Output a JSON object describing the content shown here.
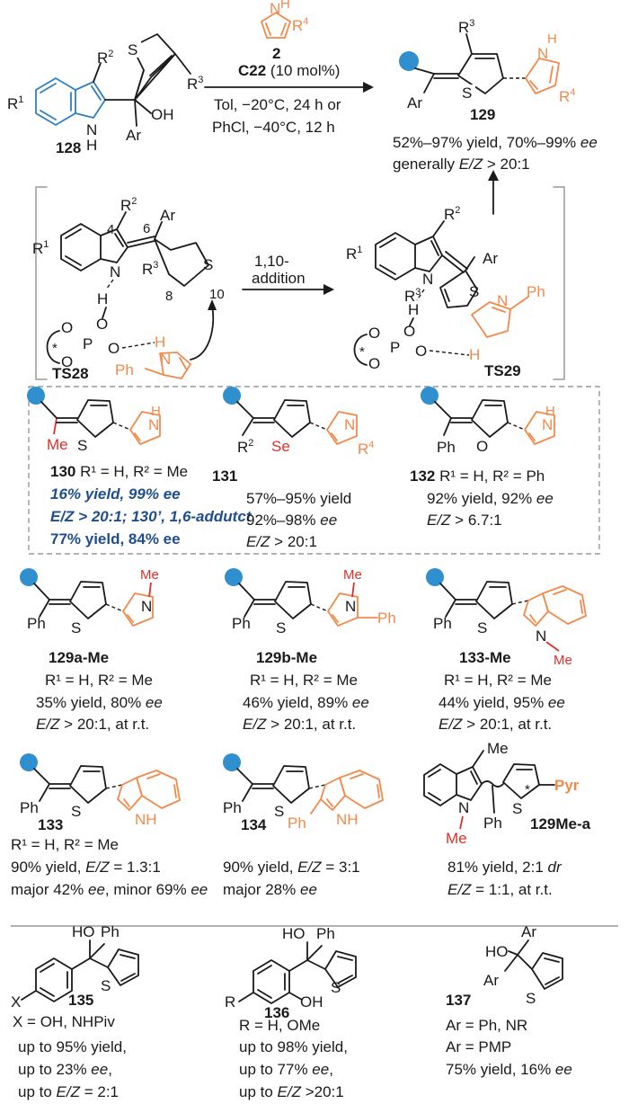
{
  "colors": {
    "indole": "#2f7fc1",
    "pyrrole": "#f08a4b",
    "highlight_text": "#1f4e8c",
    "methyl": "#d9302b",
    "substituent_dot": "#2f8fcf"
  },
  "reaction": {
    "sm_label": "128",
    "r1": "R",
    "r1_sup": "1",
    "r2": "R",
    "r2_sup": "2",
    "r3": "R",
    "r3_sup": "3",
    "r4": "R",
    "r4_sup": "4",
    "nh": "N",
    "h": "H",
    "oh": "OH",
    "ar": "Ar",
    "s": "S",
    "reagent_num": "2",
    "catalyst": "C22",
    "catalyst_loading": "(10 mol%)",
    "cond1": "Tol, −20°C, 24 h or",
    "cond2": "PhCl, −40°C, 12 h",
    "product_label": "129",
    "product_yield": "52%–97% yield, 70%–99% ",
    "ee": "ee",
    "product_ez_prefix": "generally ",
    "product_ez": "E/Z",
    "product_ez_val": " > 20:1"
  },
  "mechanism": {
    "ts1_label": "TS28",
    "ts2_label": "TS29",
    "step_label_1": "1,10-",
    "step_label_2": "addition",
    "pos4": "4",
    "pos6": "6",
    "pos8": "8",
    "pos10": "10",
    "o": "O",
    "p": "P",
    "star": "*",
    "ph": "Ph"
  },
  "box": {
    "c130": {
      "label": "130",
      "desc": " R¹ = H, R² = Me",
      "line1": "16% yield, 99% ",
      "ee": "ee",
      "line2": "E/Z > 20:1; 130’, 1,6-addutct",
      "line3": "77% yield, 84% ee",
      "me": "Me"
    },
    "c131": {
      "label": "131",
      "line1": "57%–95% yield",
      "line2": "92%–98% ",
      "ee": "ee",
      "line3": "E/Z",
      "line3b": " > 20:1",
      "se": "Se"
    },
    "c132": {
      "label": "132",
      "desc": " R¹ = H, R² = Ph",
      "line1": "92% yield, 92% ",
      "ee": "ee",
      "line2": "E/Z",
      "line2b": " > 6.7:1"
    }
  },
  "row2": [
    {
      "label": "129a-Me",
      "desc": "R¹ = H, R² = Me",
      "line1": "35% yield, 80% ",
      "ee": "ee",
      "ez": "E/Z",
      "line2": " > 20:1, at r.t."
    },
    {
      "label": "129b-Me",
      "desc": "R¹ = H, R² = Me",
      "line1": "46% yield, 89% ",
      "ee": "ee",
      "ez": "E/Z",
      "line2": " > 20:1, at r.t."
    },
    {
      "label": "133-Me",
      "desc": "R¹ = H, R² = Me",
      "line1": "44% yield, 95% ",
      "ee": "ee",
      "ez": "E/Z",
      "line2": " > 20:1, at r.t."
    }
  ],
  "row3": [
    {
      "label": "133",
      "desc": "R¹ = H, R² = Me",
      "line1a": "90% yield, ",
      "ez": "E/Z",
      "line1b": " = 1.3:1",
      "line2a": "major 42% ",
      "ee": "ee",
      "line2b": ", minor 69% "
    },
    {
      "label": "134",
      "line1a": "90% yield, ",
      "ez": "E/Z",
      "line1b": " = 3:1",
      "line2a": "major 28% ",
      "ee": "ee"
    },
    {
      "label": "129Me-a",
      "pyr": "Pyr",
      "me": "Me",
      "line1a": "81% yield, 2:1 ",
      "dr": "dr",
      "ez": "E/Z",
      "line2": " = 1:1, at r.t."
    }
  ],
  "row4": [
    {
      "label": "135",
      "sub": "X = OH, NHPiv",
      "x": "X",
      "ho": "HO",
      "line1": "up to 95% yield,",
      "line2a": "up to 23% ",
      "ee": "ee",
      "line2b": ",",
      "line3a": "up to ",
      "ez": "E/Z",
      "line3b": " = 2:1"
    },
    {
      "label": "136",
      "sub": "R = H, OMe",
      "r": "R",
      "ho": "HO",
      "line1": "up to 98% yield,",
      "line2a": "up to 77% ",
      "ee": "ee",
      "line2b": ",",
      "line3a": "up to ",
      "ez": "E/Z",
      "line3b": " >20:1"
    },
    {
      "label": "137",
      "sub1": "Ar = Ph, NR",
      "sub2": "Ar = PMP",
      "ho": "HO",
      "line3a": "75% yield, 16% ",
      "ee": "ee"
    }
  ]
}
